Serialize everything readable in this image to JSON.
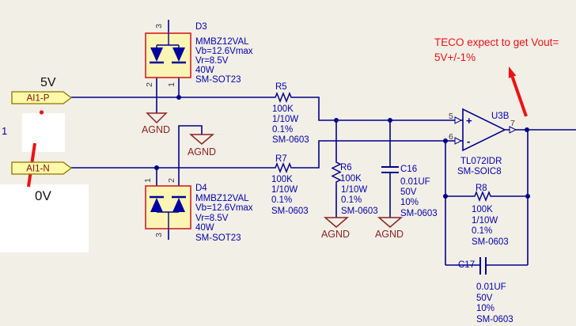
{
  "annotations": {
    "note_line1": "TECO expect to get Vout=",
    "note_line2": "5V+/-1%",
    "p_voltage": "5V",
    "n_voltage": "0V",
    "sheet_grid_ref": "1"
  },
  "ports": {
    "ai1_p": "AI1-P",
    "ai1_n": "AI1-N"
  },
  "ground_label": "AGND",
  "components": {
    "D3": {
      "ref": "D3",
      "part": "MMBZ12VAL",
      "vb": "Vb=12.6Vmax",
      "vr": "Vr=8.5V",
      "power": "40W",
      "footprint": "SM-SOT23",
      "pin_top": "3",
      "pin_bottom_left": "2",
      "pin_bottom_right": "1"
    },
    "D4": {
      "ref": "D4",
      "part": "MMBZ12VAL",
      "vb": "Vb=12.6Vmax",
      "vr": "Vr=8.5V",
      "power": "40W",
      "footprint": "SM-SOT23",
      "pin_top_left": "1",
      "pin_top_right": "2",
      "pin_bottom": "3"
    },
    "R5": {
      "ref": "R5",
      "value": "100K",
      "power": "1/10W",
      "tolerance": "0.1%",
      "footprint": "SM-0603"
    },
    "R6": {
      "ref": "R6",
      "value": "100K",
      "power": "1/10W",
      "tolerance": "0.1%",
      "footprint": "SM-0603"
    },
    "R7": {
      "ref": "R7",
      "value": "100K",
      "power": "1/10W",
      "tolerance": "0.1%",
      "footprint": "SM-0603"
    },
    "R8": {
      "ref": "R8",
      "value": "100K",
      "power": "1/10W",
      "tolerance": "0.1%",
      "footprint": "SM-0603"
    },
    "C16": {
      "ref": "C16",
      "value": "0.01UF",
      "voltage": "50V",
      "tolerance": "10%",
      "footprint": "SM-0603"
    },
    "C17": {
      "ref": "C17",
      "value": "0.01UF",
      "voltage": "50V",
      "tolerance": "10%",
      "footprint": "SM-0603"
    },
    "U3B": {
      "ref": "U3B",
      "part": "TL072IDR",
      "footprint": "SM-SOIC8",
      "pin_noninv": "5",
      "pin_inv": "6",
      "pin_out": "7",
      "plus": "+",
      "minus": "-"
    }
  },
  "colors": {
    "background": "#F2EFE7",
    "wire": "#00008B",
    "label_blue": "#0202A8",
    "ground_maroon": "#8B2222",
    "annotation_red": "#EE1111",
    "port_fill": "#FFF9A8",
    "port_border": "#8B7500",
    "diode_box_fill": "#FBF5B5",
    "diode_box_border": "#D02020"
  }
}
